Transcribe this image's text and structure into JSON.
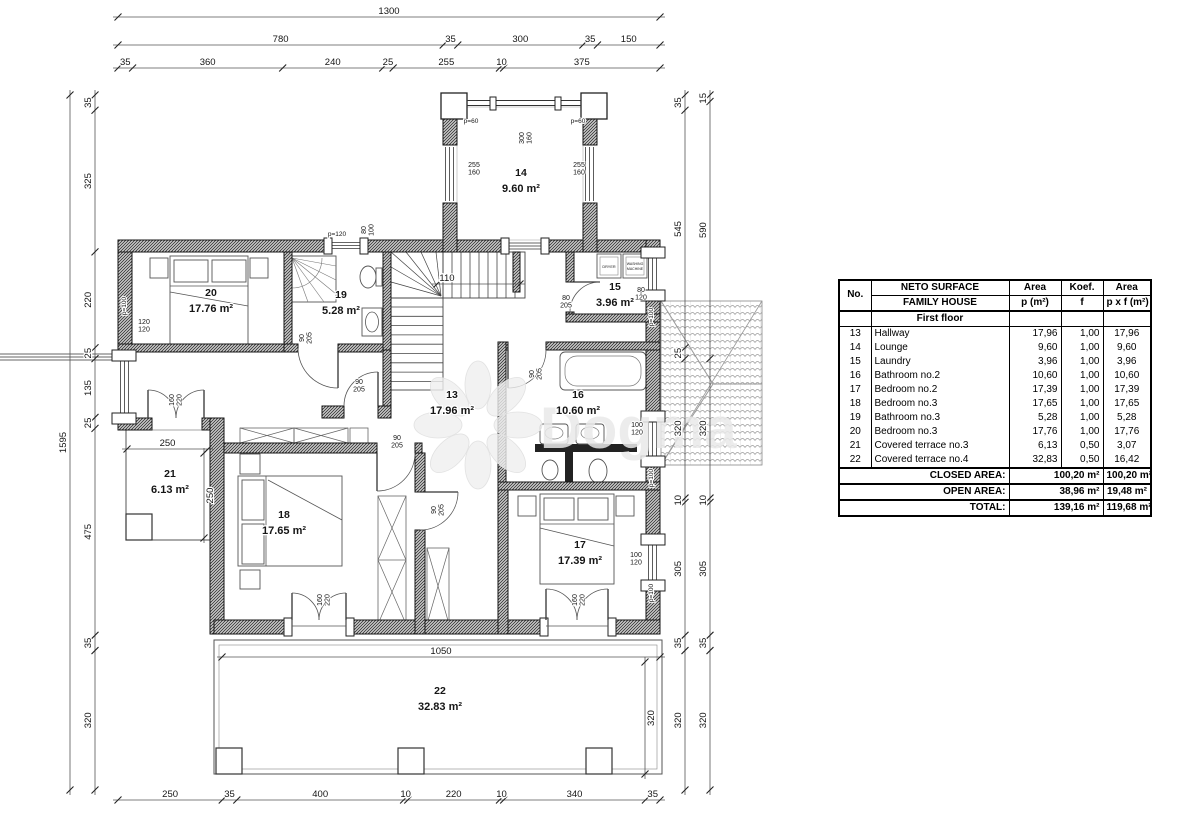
{
  "plan": {
    "rooms": [
      {
        "no": "13",
        "area": "17.96 m²"
      },
      {
        "no": "14",
        "area": "9.60 m²"
      },
      {
        "no": "15",
        "area": "3.96 m²"
      },
      {
        "no": "16",
        "area": "10.60 m²"
      },
      {
        "no": "17",
        "area": "17.39 m²"
      },
      {
        "no": "18",
        "area": "17.65 m²"
      },
      {
        "no": "19",
        "area": "5.28 m²"
      },
      {
        "no": "20",
        "area": "17.76 m²"
      },
      {
        "no": "21",
        "area": "6.13 m²"
      },
      {
        "no": "22",
        "area": "32.83 m²"
      }
    ],
    "dims": {
      "top_total": [
        "1300"
      ],
      "top_mid": [
        "780",
        "35",
        "300",
        "35",
        "150"
      ],
      "top_inner": [
        "35",
        "360",
        "240",
        "25",
        "255",
        "10",
        "375"
      ],
      "bottom": [
        "250",
        "35",
        "400",
        "10",
        "220",
        "10",
        "340",
        "35"
      ],
      "left_outer": [
        "1595"
      ],
      "left_inner": [
        "35",
        "325",
        "220",
        "25",
        "135",
        "25",
        "475",
        "35",
        "320"
      ],
      "right_inner": [
        "35",
        "545",
        "25",
        "320",
        "10",
        "305",
        "35",
        "320"
      ],
      "right_outer": [
        "15",
        "590",
        "320",
        "10",
        "305",
        "35",
        "320"
      ],
      "terrace22_width": [
        "1050"
      ],
      "terrace22_height": [
        "320"
      ],
      "terrace21_width": [
        "250"
      ],
      "terrace21_height": [
        "250"
      ],
      "stair_width": [
        "110"
      ]
    },
    "openings": [
      {
        "id": "win-left-120",
        "lines": [
          "120",
          "120"
        ]
      },
      {
        "id": "par-left",
        "lines": [
          "p=100"
        ]
      },
      {
        "id": "door-19",
        "lines": [
          "90",
          "205"
        ]
      },
      {
        "id": "door-hall-19",
        "lines": [
          "90",
          "205"
        ]
      },
      {
        "id": "door-t21",
        "lines": [
          "160",
          "220"
        ]
      },
      {
        "id": "par-top",
        "lines": [
          "p=120"
        ]
      },
      {
        "id": "win-top",
        "lines": [
          "80",
          "100"
        ]
      },
      {
        "id": "t14-win-l",
        "lines": [
          "255",
          "160"
        ]
      },
      {
        "id": "t14-win-r",
        "lines": [
          "255",
          "160"
        ]
      },
      {
        "id": "t14-win-top",
        "lines": [
          "300",
          "160"
        ]
      },
      {
        "id": "t14-par-l",
        "lines": [
          "p=60"
        ]
      },
      {
        "id": "t14-par-r",
        "lines": [
          "p=60"
        ]
      },
      {
        "id": "door-15",
        "lines": [
          "80",
          "205"
        ]
      },
      {
        "id": "win-15",
        "lines": [
          "80",
          "120"
        ]
      },
      {
        "id": "par-e1",
        "lines": [
          "p=100"
        ]
      },
      {
        "id": "door-16",
        "lines": [
          "90",
          "205"
        ]
      },
      {
        "id": "win-16",
        "lines": [
          "100",
          "120"
        ]
      },
      {
        "id": "par-e2",
        "lines": [
          "p=100"
        ]
      },
      {
        "id": "door-corr",
        "lines": [
          "90",
          "205"
        ]
      },
      {
        "id": "door-17",
        "lines": [
          "90",
          "205"
        ]
      },
      {
        "id": "win-17",
        "lines": [
          "100",
          "120"
        ]
      },
      {
        "id": "par-e3",
        "lines": [
          "p=100"
        ]
      },
      {
        "id": "door-18b",
        "lines": [
          "160",
          "220"
        ]
      },
      {
        "id": "door-17b",
        "lines": [
          "160",
          "220"
        ]
      }
    ],
    "appliances": {
      "dryer": "DRYER",
      "washer_l1": "WASHING",
      "washer_l2": "MACHINE"
    }
  },
  "watermark": {
    "text": "Dogma"
  },
  "table": {
    "header": {
      "no": "No.",
      "name_top": "NETO SURFACE",
      "name_bottom": "FAMILY HOUSE",
      "area_top": "Area",
      "area_bottom": "p (m²)",
      "koef_top": "Koef.",
      "koef_bottom": "f",
      "areaf_top": "Area",
      "areaf_bottom": "p x f (m²)"
    },
    "section": "First floor",
    "rows": [
      {
        "no": "13",
        "name": "Hallway",
        "p": "17,96",
        "f": "1,00",
        "pf": "17,96"
      },
      {
        "no": "14",
        "name": "Lounge",
        "p": "9,60",
        "f": "1,00",
        "pf": "9,60"
      },
      {
        "no": "15",
        "name": "Laundry",
        "p": "3,96",
        "f": "1,00",
        "pf": "3,96"
      },
      {
        "no": "16",
        "name": "Bathroom no.2",
        "p": "10,60",
        "f": "1,00",
        "pf": "10,60"
      },
      {
        "no": "17",
        "name": "Bedroom no.2",
        "p": "17,39",
        "f": "1,00",
        "pf": "17,39"
      },
      {
        "no": "18",
        "name": "Bedroom no.3",
        "p": "17,65",
        "f": "1,00",
        "pf": "17,65"
      },
      {
        "no": "19",
        "name": "Bathroom no.3",
        "p": "5,28",
        "f": "1,00",
        "pf": "5,28"
      },
      {
        "no": "20",
        "name": "Bedroom no.3",
        "p": "17,76",
        "f": "1,00",
        "pf": "17,76"
      },
      {
        "no": "21",
        "name": "Covered terrace no.3",
        "p": "6,13",
        "f": "0,50",
        "pf": "3,07"
      },
      {
        "no": "22",
        "name": "Covered terrace no.4",
        "p": "32,83",
        "f": "0,50",
        "pf": "16,42"
      }
    ],
    "totals": [
      {
        "label": "CLOSED AREA:",
        "p": "100,20",
        "unit": "m²",
        "pf": "100,20"
      },
      {
        "label": "OPEN AREA:",
        "p": "38,96",
        "unit": "m²",
        "pf": "19,48"
      },
      {
        "label": "TOTAL:",
        "p": "139,16",
        "unit": "m²",
        "pf": "119,68"
      }
    ]
  }
}
